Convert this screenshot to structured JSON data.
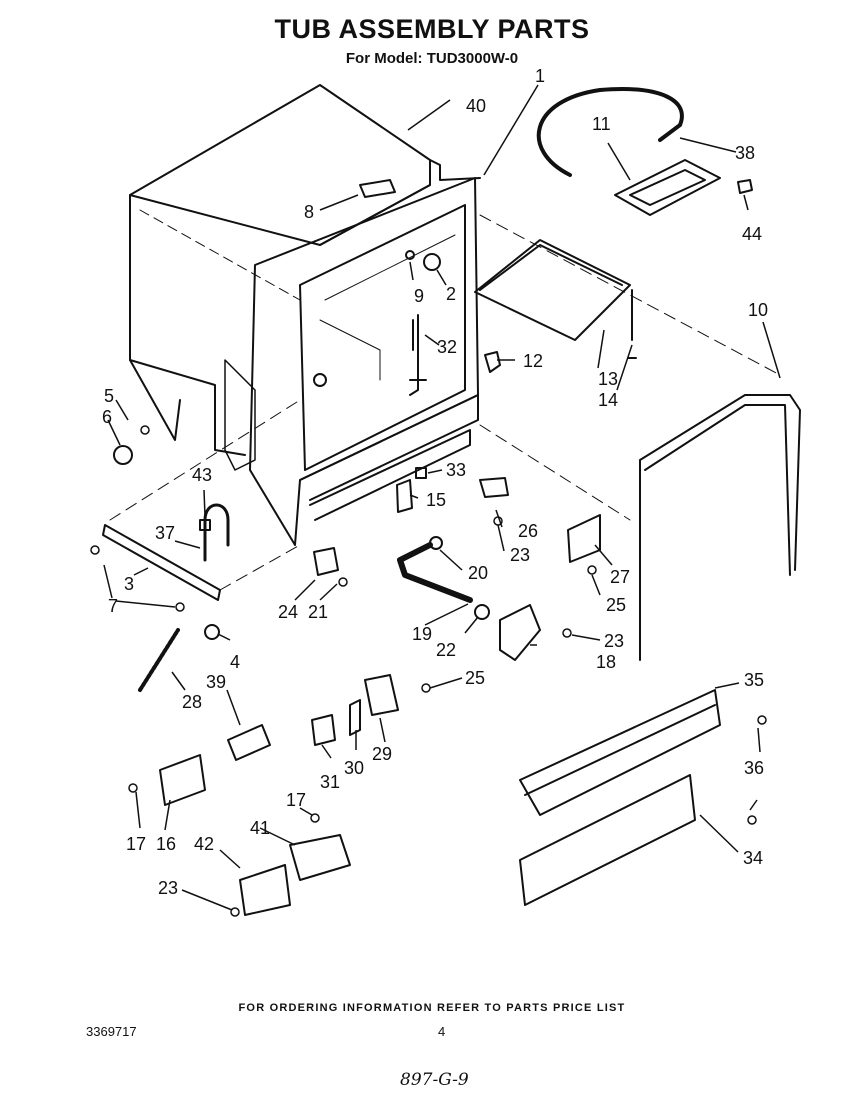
{
  "header": {
    "title": "TUB ASSEMBLY PARTS",
    "subtitle": "For Model: TUD3000W-0"
  },
  "callouts": [
    {
      "id": "1",
      "label": "1"
    },
    {
      "id": "2",
      "label": "2"
    },
    {
      "id": "3",
      "label": "3"
    },
    {
      "id": "4",
      "label": "4"
    },
    {
      "id": "5",
      "label": "5"
    },
    {
      "id": "6",
      "label": "6"
    },
    {
      "id": "7",
      "label": "7"
    },
    {
      "id": "8",
      "label": "8"
    },
    {
      "id": "9",
      "label": "9"
    },
    {
      "id": "10",
      "label": "10"
    },
    {
      "id": "11",
      "label": "11"
    },
    {
      "id": "12",
      "label": "12"
    },
    {
      "id": "13",
      "label": "13"
    },
    {
      "id": "14",
      "label": "14"
    },
    {
      "id": "15",
      "label": "15"
    },
    {
      "id": "16",
      "label": "16"
    },
    {
      "id": "17a",
      "label": "17"
    },
    {
      "id": "17b",
      "label": "17"
    },
    {
      "id": "18",
      "label": "18"
    },
    {
      "id": "19",
      "label": "19"
    },
    {
      "id": "20",
      "label": "20"
    },
    {
      "id": "21",
      "label": "21"
    },
    {
      "id": "22",
      "label": "22"
    },
    {
      "id": "23a",
      "label": "23"
    },
    {
      "id": "23b",
      "label": "23"
    },
    {
      "id": "23c",
      "label": "23"
    },
    {
      "id": "24",
      "label": "24"
    },
    {
      "id": "25a",
      "label": "25"
    },
    {
      "id": "25b",
      "label": "25"
    },
    {
      "id": "26",
      "label": "26"
    },
    {
      "id": "27",
      "label": "27"
    },
    {
      "id": "28",
      "label": "28"
    },
    {
      "id": "29",
      "label": "29"
    },
    {
      "id": "30",
      "label": "30"
    },
    {
      "id": "31",
      "label": "31"
    },
    {
      "id": "32",
      "label": "32"
    },
    {
      "id": "33",
      "label": "33"
    },
    {
      "id": "34",
      "label": "34"
    },
    {
      "id": "35",
      "label": "35"
    },
    {
      "id": "36",
      "label": "36"
    },
    {
      "id": "37",
      "label": "37"
    },
    {
      "id": "38",
      "label": "38"
    },
    {
      "id": "39",
      "label": "39"
    },
    {
      "id": "40",
      "label": "40"
    },
    {
      "id": "41",
      "label": "41"
    },
    {
      "id": "42",
      "label": "42"
    },
    {
      "id": "43",
      "label": "43"
    },
    {
      "id": "44",
      "label": "44"
    }
  ],
  "footer": {
    "ordering_note": "FOR ORDERING INFORMATION REFER TO PARTS PRICE LIST",
    "document_number": "3369717",
    "page_number": "4",
    "handwritten_note": "897-G-9"
  }
}
